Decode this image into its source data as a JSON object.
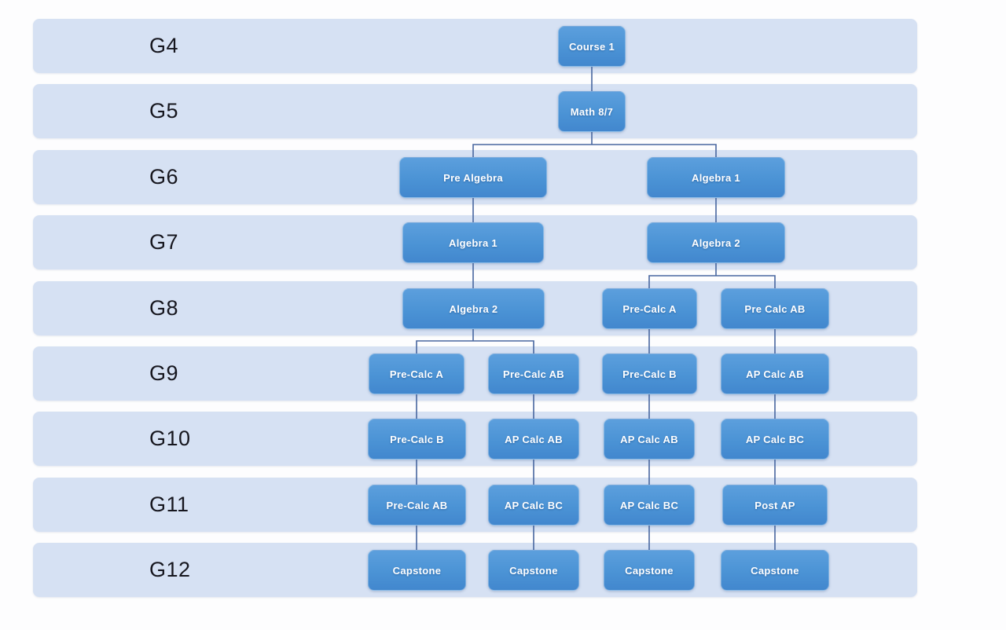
{
  "diagram": {
    "description": "Math course pathway flowchart by grade level",
    "colors": {
      "band": "#d6e1f3",
      "box": "#4b93d5",
      "connector": "#48679f",
      "grade_text": "#16161e",
      "box_text": "#ffffff",
      "background": "#fdfdfe"
    },
    "rows": [
      {
        "grade": "G4"
      },
      {
        "grade": "G5"
      },
      {
        "grade": "G6"
      },
      {
        "grade": "G7"
      },
      {
        "grade": "G8"
      },
      {
        "grade": "G9"
      },
      {
        "grade": "G10"
      },
      {
        "grade": "G11"
      },
      {
        "grade": "G12"
      }
    ],
    "nodes": [
      {
        "id": "g4-course-1",
        "grade": "G4",
        "label": "Course 1"
      },
      {
        "id": "g5-math-8-7",
        "grade": "G5",
        "label": "Math 8/7"
      },
      {
        "id": "g6-pre-algebra",
        "grade": "G6",
        "label": "Pre Algebra"
      },
      {
        "id": "g6-algebra-1",
        "grade": "G6",
        "label": "Algebra 1"
      },
      {
        "id": "g7-algebra-1",
        "grade": "G7",
        "label": "Algebra 1"
      },
      {
        "id": "g7-algebra-2",
        "grade": "G7",
        "label": "Algebra 2"
      },
      {
        "id": "g8-algebra-2",
        "grade": "G8",
        "label": "Algebra 2"
      },
      {
        "id": "g8-pre-calc-a",
        "grade": "G8",
        "label": "Pre-Calc A"
      },
      {
        "id": "g8-pre-calc-ab",
        "grade": "G8",
        "label": "Pre Calc AB"
      },
      {
        "id": "g9-pre-calc-a",
        "grade": "G9",
        "label": "Pre-Calc A"
      },
      {
        "id": "g9-pre-calc-ab",
        "grade": "G9",
        "label": "Pre-Calc AB"
      },
      {
        "id": "g9-pre-calc-b",
        "grade": "G9",
        "label": "Pre-Calc B"
      },
      {
        "id": "g9-ap-calc-ab",
        "grade": "G9",
        "label": "AP Calc AB"
      },
      {
        "id": "g10-pre-calc-b",
        "grade": "G10",
        "label": "Pre-Calc B"
      },
      {
        "id": "g10-ap-calc-ab-1",
        "grade": "G10",
        "label": "AP Calc AB"
      },
      {
        "id": "g10-ap-calc-ab-2",
        "grade": "G10",
        "label": "AP Calc AB"
      },
      {
        "id": "g10-ap-calc-bc",
        "grade": "G10",
        "label": "AP Calc BC"
      },
      {
        "id": "g11-pre-calc-ab",
        "grade": "G11",
        "label": "Pre-Calc AB"
      },
      {
        "id": "g11-ap-calc-bc-1",
        "grade": "G11",
        "label": "AP Calc BC"
      },
      {
        "id": "g11-ap-calc-bc-2",
        "grade": "G11",
        "label": "AP Calc BC"
      },
      {
        "id": "g11-post-ap",
        "grade": "G11",
        "label": "Post AP"
      },
      {
        "id": "g12-capstone-1",
        "grade": "G12",
        "label": "Capstone"
      },
      {
        "id": "g12-capstone-2",
        "grade": "G12",
        "label": "Capstone"
      },
      {
        "id": "g12-capstone-3",
        "grade": "G12",
        "label": "Capstone"
      },
      {
        "id": "g12-capstone-4",
        "grade": "G12",
        "label": "Capstone"
      }
    ],
    "edges": [
      [
        "g4-course-1",
        "g5-math-8-7"
      ],
      [
        "g5-math-8-7",
        "g6-pre-algebra"
      ],
      [
        "g5-math-8-7",
        "g6-algebra-1"
      ],
      [
        "g6-pre-algebra",
        "g7-algebra-1"
      ],
      [
        "g6-algebra-1",
        "g7-algebra-2"
      ],
      [
        "g7-algebra-1",
        "g8-algebra-2"
      ],
      [
        "g7-algebra-2",
        "g8-pre-calc-a"
      ],
      [
        "g7-algebra-2",
        "g8-pre-calc-ab"
      ],
      [
        "g8-algebra-2",
        "g9-pre-calc-a"
      ],
      [
        "g8-algebra-2",
        "g9-pre-calc-ab"
      ],
      [
        "g8-pre-calc-a",
        "g9-pre-calc-b"
      ],
      [
        "g8-pre-calc-ab",
        "g9-ap-calc-ab"
      ],
      [
        "g9-pre-calc-a",
        "g10-pre-calc-b"
      ],
      [
        "g9-pre-calc-ab",
        "g10-ap-calc-ab-1"
      ],
      [
        "g9-pre-calc-b",
        "g10-ap-calc-ab-2"
      ],
      [
        "g9-ap-calc-ab",
        "g10-ap-calc-bc"
      ],
      [
        "g10-pre-calc-b",
        "g11-pre-calc-ab"
      ],
      [
        "g10-ap-calc-ab-1",
        "g11-ap-calc-bc-1"
      ],
      [
        "g10-ap-calc-ab-2",
        "g11-ap-calc-bc-2"
      ],
      [
        "g10-ap-calc-bc",
        "g11-post-ap"
      ],
      [
        "g11-pre-calc-ab",
        "g12-capstone-1"
      ],
      [
        "g11-ap-calc-bc-1",
        "g12-capstone-2"
      ],
      [
        "g11-ap-calc-bc-2",
        "g12-capstone-3"
      ],
      [
        "g11-post-ap",
        "g12-capstone-4"
      ]
    ]
  }
}
